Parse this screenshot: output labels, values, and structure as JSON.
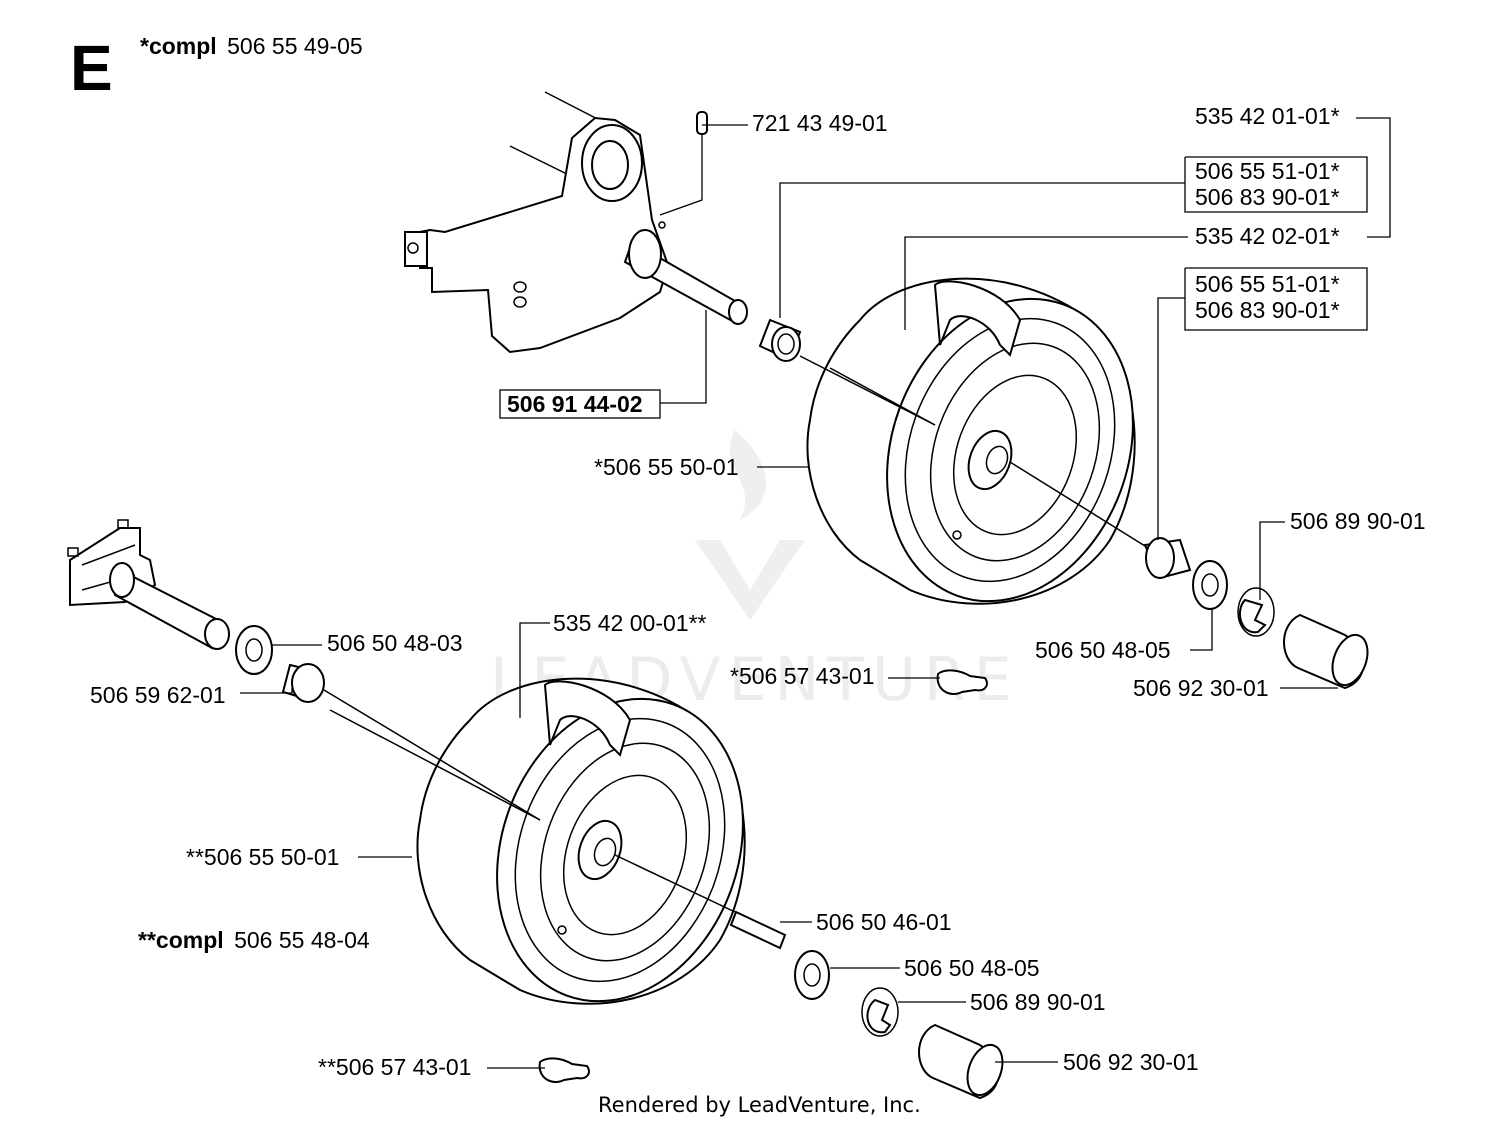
{
  "section_letter": "E",
  "assemblies": {
    "top": {
      "prefix": "*compl",
      "number": "506 55 49-05"
    },
    "bottom": {
      "prefix": "**compl",
      "number": "506 55 48-04"
    }
  },
  "labels": {
    "pin": "721 43 49-01",
    "kit_top": "535 42 01-01*",
    "bushing_a_1": "506 55 51-01*",
    "bushing_a_2": "506 83 90-01*",
    "tire_top": "535 42 02-01*",
    "bushing_b_1": "506 55 51-01*",
    "bushing_b_2": "506 83 90-01*",
    "axle_top": "506 91 44-02",
    "wheel_top": "*506 55 50-01",
    "clip_top_ring": "506 89 90-01",
    "washer_top": "506 50 48-05",
    "cap_top": "506 92 30-01",
    "valve_top": "*506 57 43-01",
    "washer_left": "506 50 48-03",
    "spacer_left": "506 59 62-01",
    "tire_bottom": "535 42 00-01**",
    "wheel_bottom": "**506 55 50-01",
    "key_bottom": "506 50 46-01",
    "washer_bottom": "506 50 48-05",
    "clip_bottom": "506 89 90-01",
    "cap_bottom": "506 92 30-01",
    "valve_bottom": "**506 57 43-01"
  },
  "credit": "Rendered by LeadVenture, Inc.",
  "watermark": "LEADVENTURE"
}
